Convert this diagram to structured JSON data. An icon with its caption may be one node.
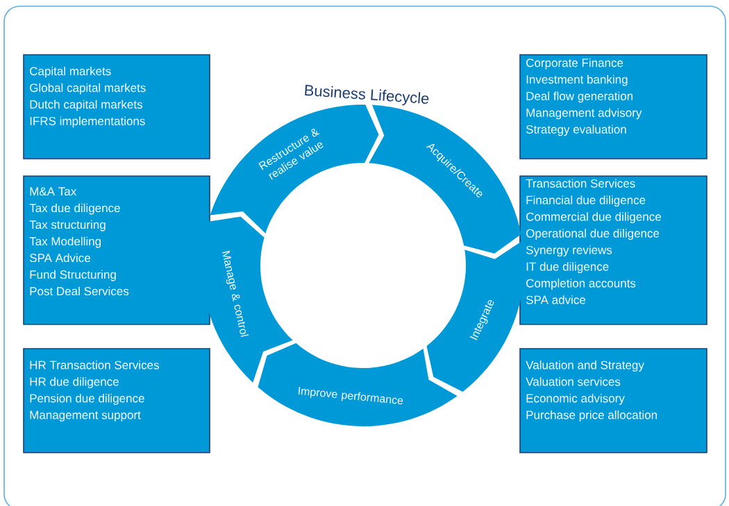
{
  "diagram": {
    "title": "Business Lifecycle",
    "nodes": [
      {
        "text": [
          "Capital markets",
          "Global capital markets",
          "Dutch capital markets",
          "IFRS implementations"
        ]
      },
      {
        "text": [
          "M&A Tax",
          "Tax due diligence",
          "Tax structuring",
          "Tax Modelling",
          "SPA Advice",
          "Fund Structuring",
          "Post Deal Services"
        ]
      },
      {
        "text": [
          "HR Transaction Services",
          "HR due diligence",
          "Pension due diligence",
          "Management support"
        ]
      },
      {
        "text": [
          "Corporate Finance",
          "Investment banking",
          "Deal flow generation",
          "Management advisory",
          "Strategy evaluation"
        ]
      },
      {
        "text": [
          "Transaction Services",
          "Financial due diligence",
          "Commercial due diligence",
          "Operational due diligence",
          "Synergy reviews",
          "IT due diligence",
          "Completion accounts",
          "SPA advice"
        ]
      },
      {
        "text": [
          "Valuation and Strategy",
          "Valuation services",
          "Economic advisory",
          "Purchase price allocation"
        ]
      },
      {
        "text": [
          "Acquire/Create"
        ]
      },
      {
        "text": [
          "Integrate"
        ]
      },
      {
        "text": [
          "Improve performance"
        ]
      },
      {
        "text": [
          "Manage & control"
        ]
      },
      {
        "text": [
          "Restructure & realise value"
        ]
      }
    ]
  }
}
